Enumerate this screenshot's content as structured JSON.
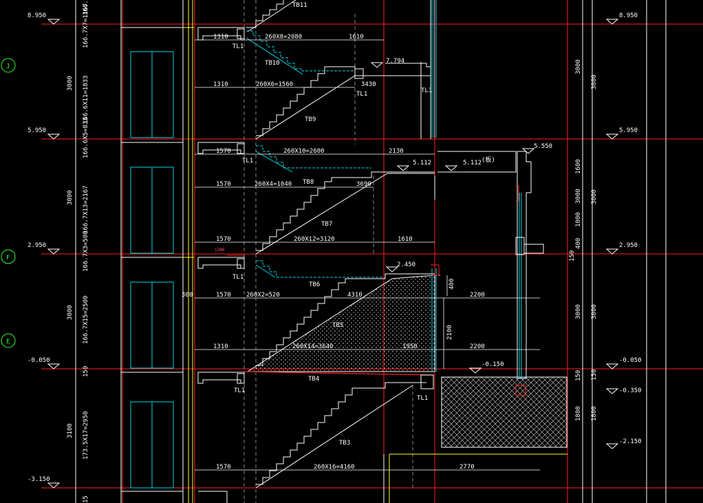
{
  "levels": {
    "l1": "8.950",
    "l2": "5.950",
    "l3": "2.950",
    "l4": "-0.050",
    "l5": "-3.150",
    "r1": "8.950",
    "r2": "5.950",
    "r3": "2.950",
    "r4": "-0.050",
    "r5": "-0.350",
    "r6": "-2.150",
    "m1": "7.794",
    "m2": "5.112",
    "m3": "5.112",
    "m4": "2.450",
    "m5": "-0.150",
    "m6": "5.550"
  },
  "axes": {
    "a1": "J",
    "a2": "F",
    "a3": "E"
  },
  "flights": {
    "tb11": "TB11",
    "tb10": "TB10",
    "tb9": "TB9",
    "tb8": "TB8",
    "tb7": "TB7",
    "tb6": "TB6",
    "tb5": "TB5",
    "tb4": "TB4",
    "tb3": "TB3"
  },
  "beams": {
    "b1": "TL1",
    "b2": "TL1",
    "b3": "TL1",
    "b4": "TL1",
    "b5": "TL1",
    "b6": "TL1",
    "b7": "TL1"
  },
  "dims": {
    "d1": "1310",
    "d2": "260X8=2080",
    "d3": "1610",
    "d4": "1310",
    "d5": "260X6=1560",
    "d6": "3430",
    "d7": "1570",
    "d8": "260X10=2600",
    "d9": "2130",
    "d10": "1570",
    "d11": "260X4=1040",
    "d12": "3690",
    "d13": "1570",
    "d14": "260X12=3120",
    "d15": "1610",
    "d16": "1300",
    "d17": "300",
    "d18": "1570",
    "d19": "260X2=520",
    "d20": "4310",
    "d21": "2200",
    "d22": "1310",
    "d23": "260X14=3640",
    "d24": "1950",
    "d25": "2200",
    "d26": "1570",
    "d27": "260X16=4160",
    "d28": "2770",
    "d29": "400",
    "d30": "2100",
    "d31": "(板)"
  },
  "leftdims": {
    "v1": "166.7X7=1167",
    "v2": "166.7",
    "v3": "3000",
    "v4": "166.6X11=1833",
    "v5": "166.6X5=833",
    "v6": "3000",
    "v7": "166.7X13=2167",
    "v8": "166.7X3=500",
    "v9": "3000",
    "v10": "166.7X15=2500",
    "v11": "150",
    "v12": "3100",
    "v13": "173.5X17=2950",
    "v14": "15"
  },
  "rightdims": {
    "w1": "3000",
    "w2": "3000",
    "w3": "3000",
    "w4": "1800",
    "w5": "150",
    "x1": "3000",
    "x2": "1600",
    "x3": "3000",
    "x4": "1000",
    "x5": "400",
    "x6": "150",
    "x7": "3000",
    "x8": "150",
    "x9": "1800"
  }
}
